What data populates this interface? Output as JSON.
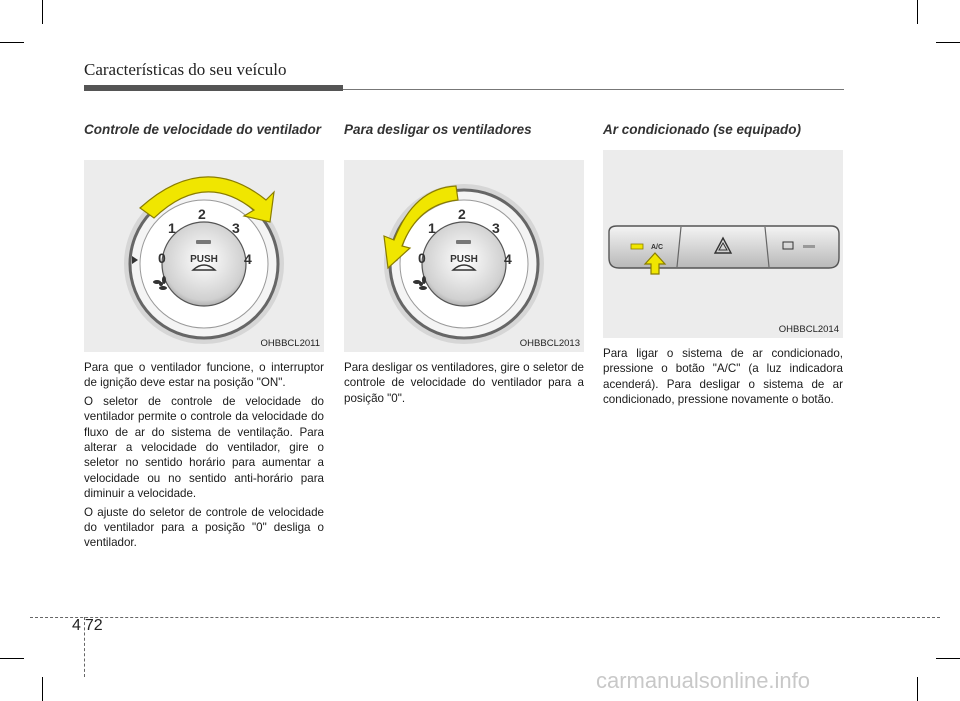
{
  "header": {
    "title": "Características do seu veículo"
  },
  "columns": [
    {
      "title": "Controle de velocidade do ventilador",
      "figure_code": "OHBBCL2011",
      "paragraphs": [
        "Para que o ventilador funcione, o interruptor de ignição deve estar na posição \"ON\".",
        "O seletor de controle de velocidade do ventilador permite o controle da velocidade do fluxo de ar do sistema de ventilação. Para alterar a velocidade do ventilador, gire o seletor no sentido horário para aumentar a velocidade ou no sentido anti-horário para diminuir a velocidade.",
        "O ajuste do seletor de controle de velocidade do ventilador para a posição \"0\" desliga o ventilador."
      ]
    },
    {
      "title": "Para desligar os ventiladores",
      "figure_code": "OHBBCL2013",
      "paragraphs": [
        "Para desligar os ventiladores, gire o seletor de controle de velocidade do ventilador para a posição \"0\"."
      ]
    },
    {
      "title": "Ar condicionado (se equipado)",
      "figure_code": "OHBBCL2014",
      "paragraphs": [
        "Para ligar o sistema de ar condicionado, pressione o botão \"A/C\" (a luz indicadora acenderá). Para desligar o sistema de ar condicionado, pressione novamente o botão."
      ]
    }
  ],
  "knob": {
    "labels": [
      "0",
      "1",
      "2",
      "3",
      "4"
    ],
    "push_label": "PUSH"
  },
  "panel": {
    "ac_label": "A/C"
  },
  "footer": {
    "section": "4",
    "page": "72"
  },
  "watermark": "carmanualsonline.info",
  "colors": {
    "arrow_yellow": "#f0e600",
    "arrow_outline": "#8a7d00",
    "figure_bg": "#ececec",
    "header_bar": "#555555"
  }
}
